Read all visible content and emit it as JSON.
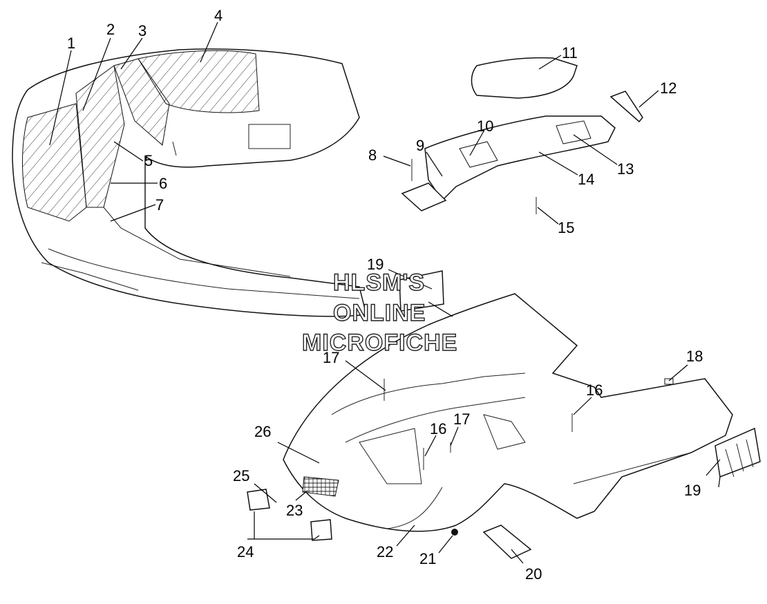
{
  "watermark": {
    "line1": "HLSM'S",
    "line2": "ONLINE",
    "line3": "MICROFICHE"
  },
  "callouts": [
    {
      "id": "c1",
      "text": "1"
    },
    {
      "id": "c2",
      "text": "2"
    },
    {
      "id": "c3",
      "text": "3"
    },
    {
      "id": "c4",
      "text": "4"
    },
    {
      "id": "c5",
      "text": "5"
    },
    {
      "id": "c6",
      "text": "6"
    },
    {
      "id": "c7",
      "text": "7"
    },
    {
      "id": "c8",
      "text": "8"
    },
    {
      "id": "c9",
      "text": "9"
    },
    {
      "id": "c10",
      "text": "10"
    },
    {
      "id": "c11",
      "text": "11"
    },
    {
      "id": "c12",
      "text": "12"
    },
    {
      "id": "c13",
      "text": "13"
    },
    {
      "id": "c14",
      "text": "14"
    },
    {
      "id": "c15",
      "text": "15"
    },
    {
      "id": "c16a",
      "text": "16"
    },
    {
      "id": "c16b",
      "text": "16"
    },
    {
      "id": "c17a",
      "text": "17"
    },
    {
      "id": "c17b",
      "text": "17"
    },
    {
      "id": "c18",
      "text": "18"
    },
    {
      "id": "c19a",
      "text": "19"
    },
    {
      "id": "c19b",
      "text": "19"
    },
    {
      "id": "c20",
      "text": "20"
    },
    {
      "id": "c21",
      "text": "21"
    },
    {
      "id": "c22",
      "text": "22"
    },
    {
      "id": "c23",
      "text": "23"
    },
    {
      "id": "c24",
      "text": "24"
    },
    {
      "id": "c25",
      "text": "25"
    },
    {
      "id": "c26",
      "text": "26"
    }
  ]
}
